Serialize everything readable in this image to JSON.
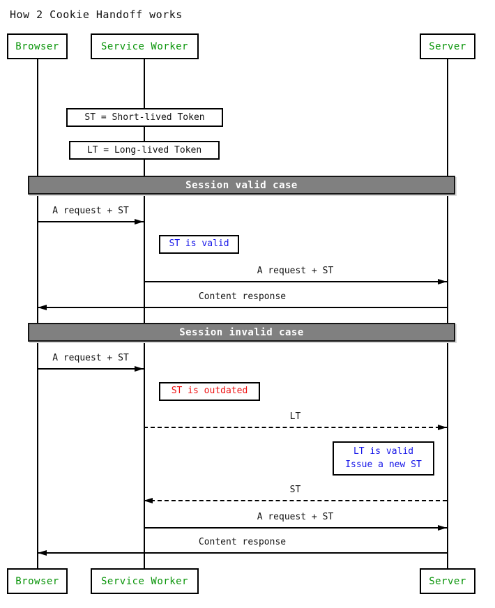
{
  "title": "How 2 Cookie Handoff works",
  "actors": [
    {
      "name": "Browser"
    },
    {
      "name": "Service Worker"
    },
    {
      "name": "Server"
    }
  ],
  "legend_notes": [
    {
      "text": "ST = Short-lived Token"
    },
    {
      "text": "LT = Long-lived Token"
    }
  ],
  "sections": [
    {
      "label": "Session valid case"
    },
    {
      "label": "Session invalid case"
    }
  ],
  "messages": [
    {
      "label": "A request + ST",
      "from": "Browser",
      "to": "Service Worker",
      "style": "solid"
    },
    {
      "label": "A request + ST",
      "from": "Service Worker",
      "to": "Server",
      "style": "solid"
    },
    {
      "label": "Content response",
      "from": "Server",
      "to": "Browser",
      "style": "solid"
    },
    {
      "label": "A request + ST",
      "from": "Browser",
      "to": "Service Worker",
      "style": "solid"
    },
    {
      "label": "LT",
      "from": "Service Worker",
      "to": "Server",
      "style": "dashed"
    },
    {
      "label": "ST",
      "from": "Server",
      "to": "Service Worker",
      "style": "dashed"
    },
    {
      "label": "A request + ST",
      "from": "Service Worker",
      "to": "Server",
      "style": "solid"
    },
    {
      "label": "Content response",
      "from": "Server",
      "to": "Browser",
      "style": "solid"
    }
  ],
  "state_notes": [
    {
      "text": "ST is valid",
      "color": "#1414e8"
    },
    {
      "text": "ST is outdated",
      "color": "#ee1111"
    },
    {
      "line1": "LT is valid",
      "line2": "Issue a new ST",
      "color": "#1414e8"
    }
  ],
  "colors": {
    "actor_text": "#089408",
    "section_bar_fill": "#808080",
    "section_bar_text": "#ffffff",
    "valid_note_text": "#1414e8",
    "invalid_note_text": "#ee1111",
    "line_color": "#000000"
  }
}
